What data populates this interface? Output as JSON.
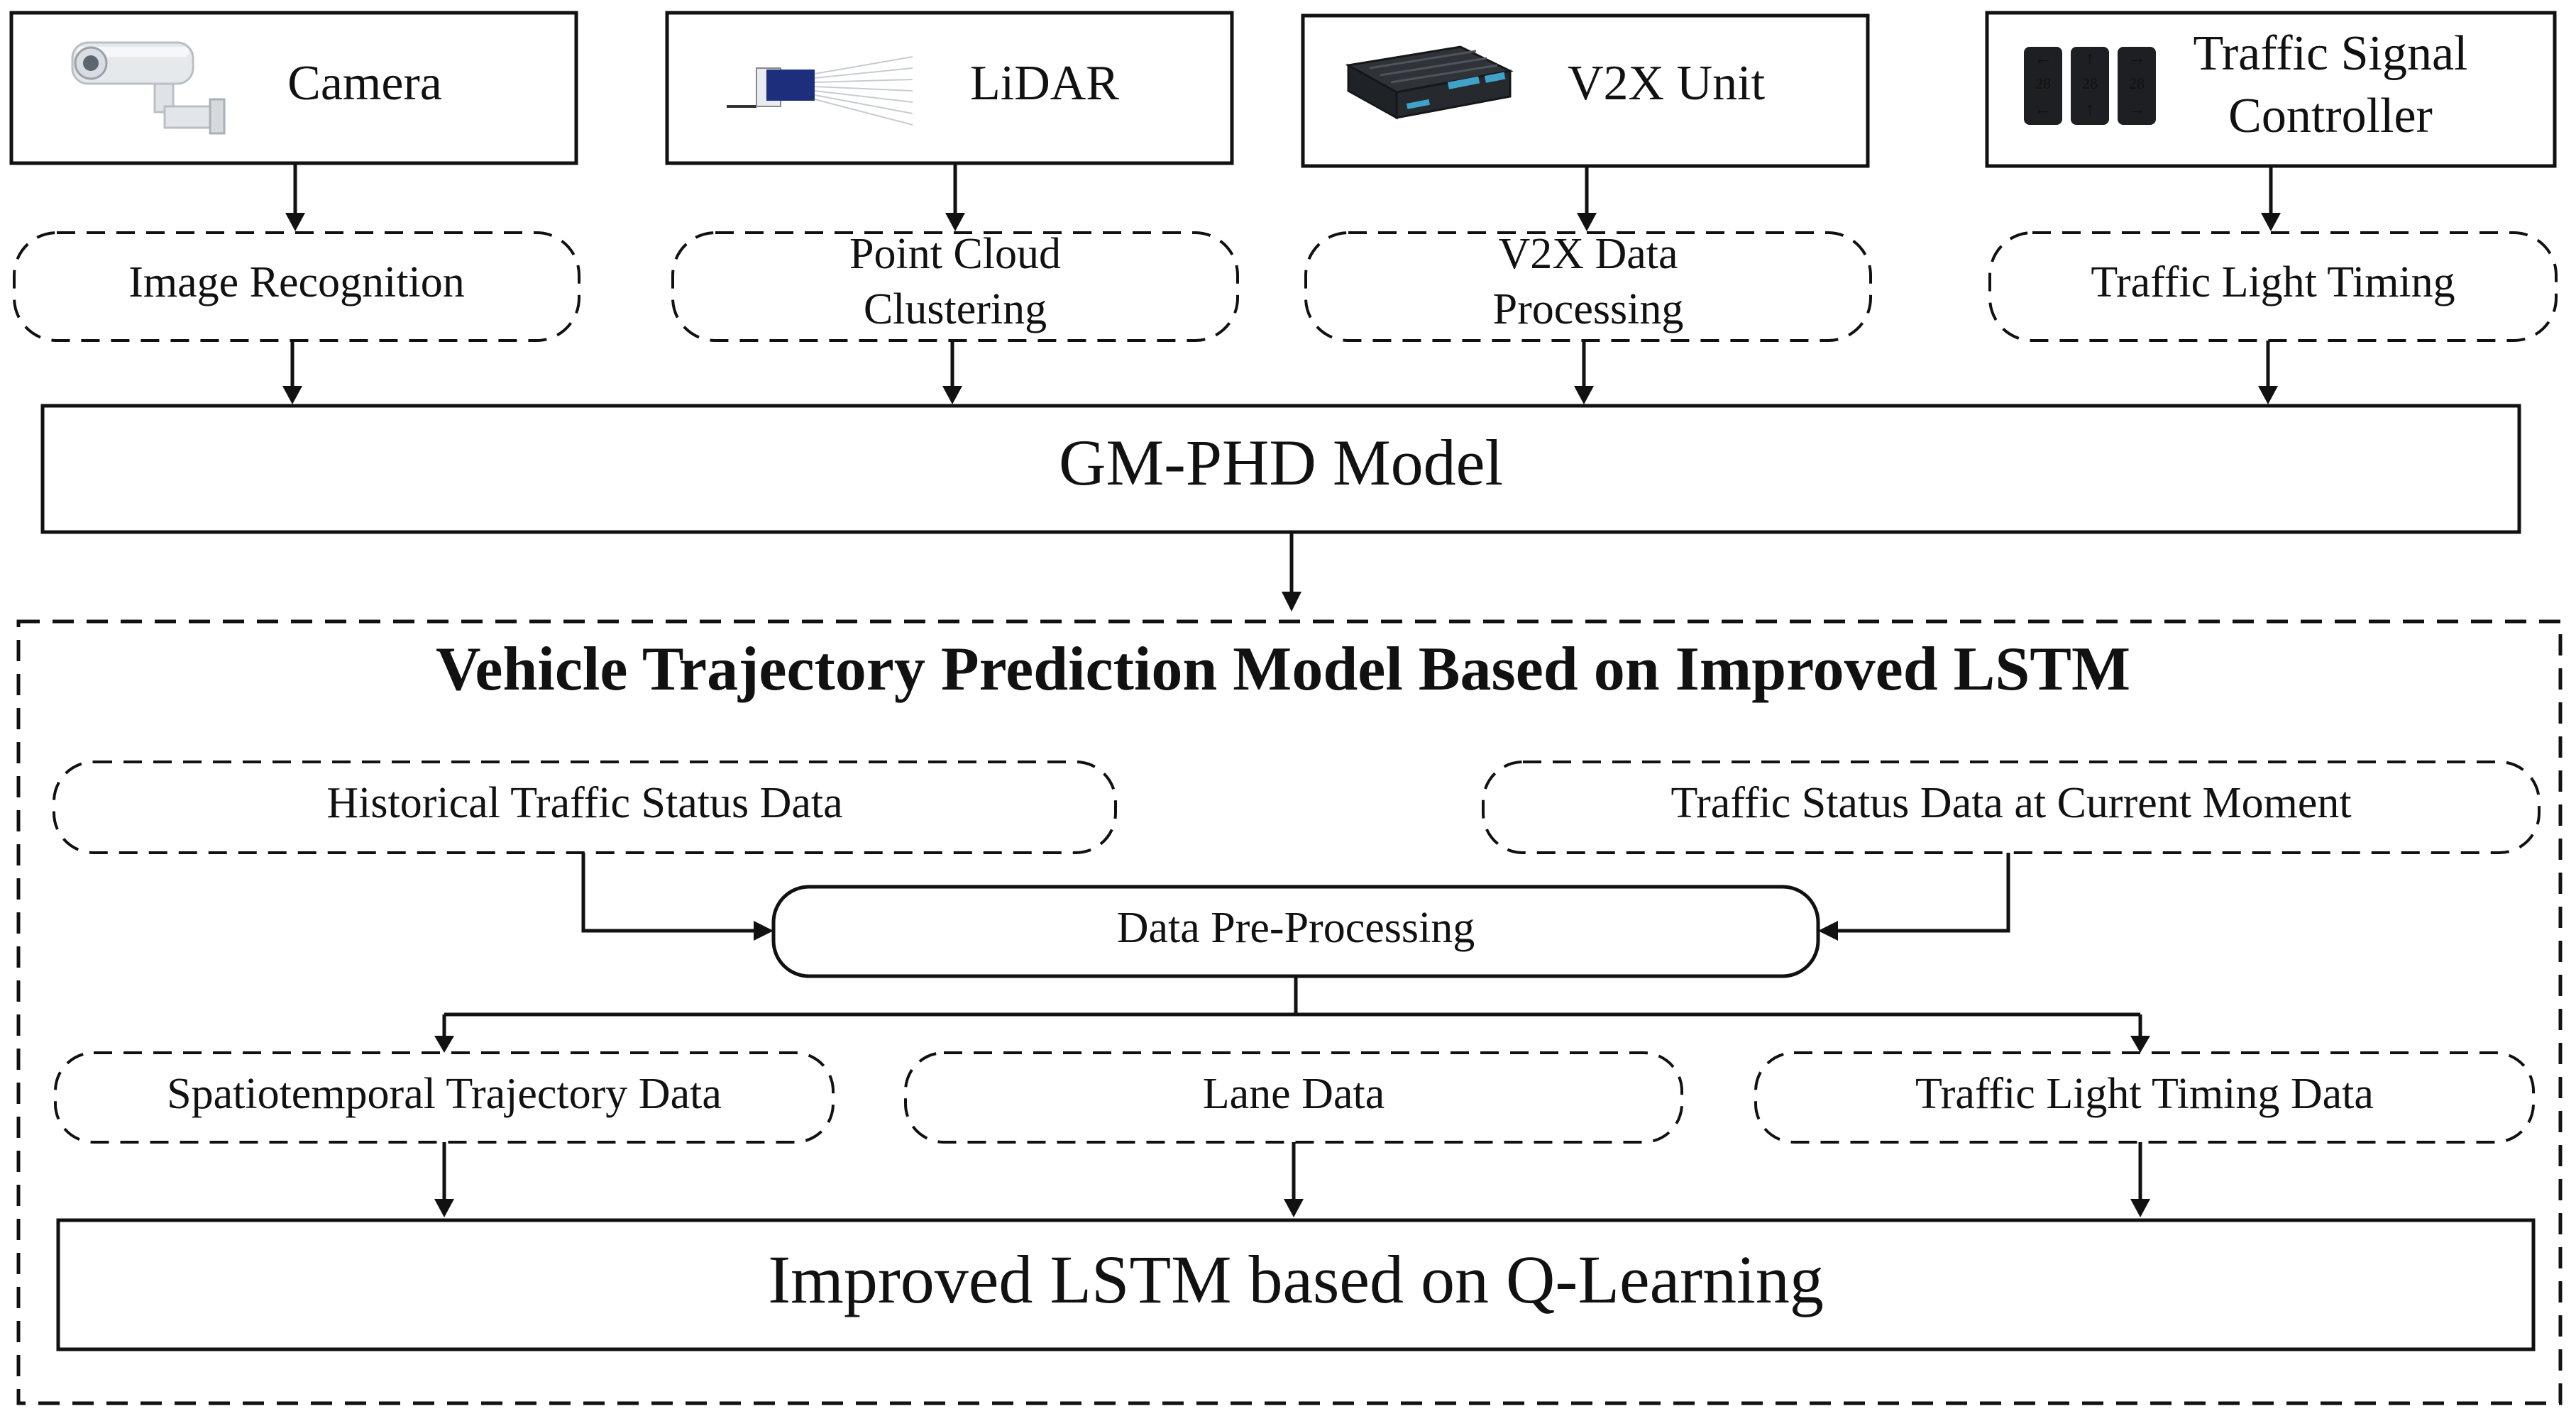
{
  "sources": {
    "camera": "Camera",
    "lidar": "LiDAR",
    "v2x": "V2X Unit",
    "signal_line1": "Traffic Signal",
    "signal_line2": "Controller"
  },
  "processing": {
    "image_recognition": "Image Recognition",
    "point_cloud_line1": "Point Cloud",
    "point_cloud_line2": "Clustering",
    "v2x_line1": "V2X Data",
    "v2x_line2": "Processing",
    "light_timing": "Traffic Light Timing"
  },
  "fusion_model": "GM-PHD Model",
  "prediction": {
    "title": "Vehicle Trajectory Prediction Model Based on Improved LSTM",
    "historical": "Historical Traffic Status Data",
    "current": "Traffic Status Data at Current Moment",
    "preprocessing": "Data Pre-Processing",
    "spatiotemporal": "Spatiotemporal Trajectory Data",
    "lane": "Lane Data",
    "light_timing_data": "Traffic Light Timing Data",
    "final_model": "Improved LSTM based on Q-Learning"
  },
  "signal_display": "28"
}
